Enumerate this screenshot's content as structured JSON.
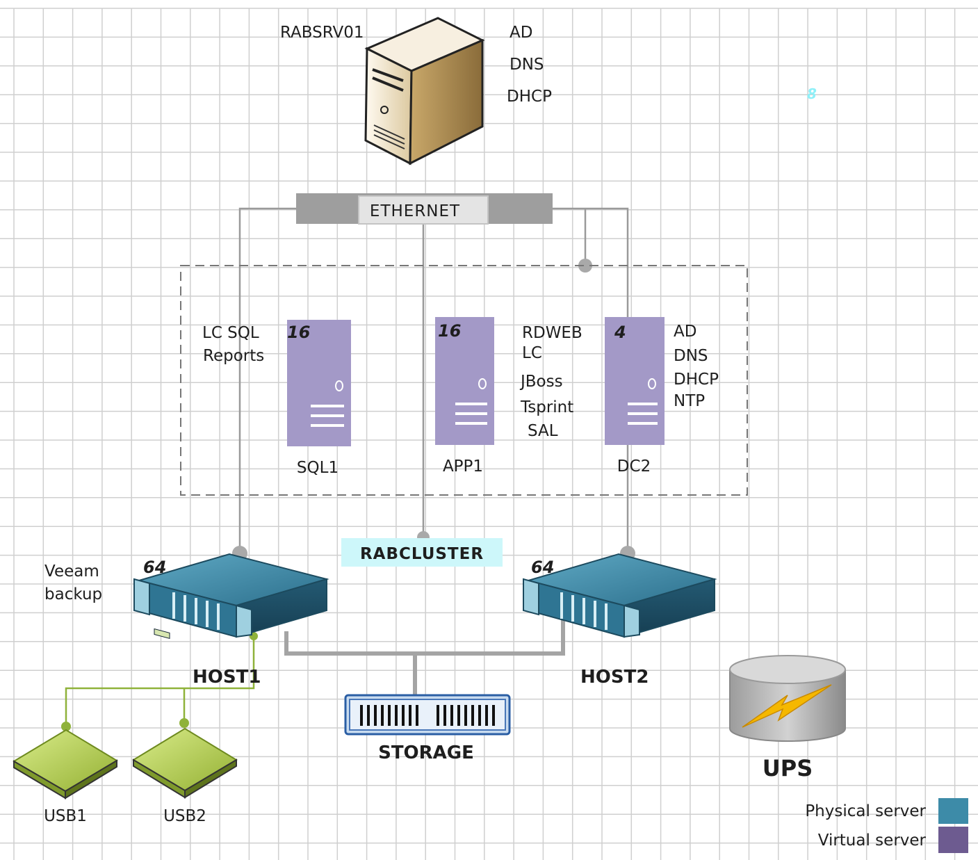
{
  "colors": {
    "physical_server": "#3d8ba8",
    "virtual_server": "#6d5b90",
    "virtual_fill": "#a399c7",
    "ethernet_bar": "#9e9e9e",
    "usb": "#a6c23b",
    "ups_bolt": "#f5b800",
    "rabcluster_bg": "#cdf7fa",
    "grid_line": "#c8c8c8"
  },
  "main_server": {
    "name": "RABSRV01",
    "roles": [
      "AD",
      "DNS",
      "DHCP"
    ]
  },
  "stray_glyph": "8",
  "network": {
    "label": "ETHERNET"
  },
  "virtual_servers": [
    {
      "name": "SQL1",
      "cpu": "16",
      "roles": [
        "LC SQL",
        "Reports"
      ]
    },
    {
      "name": "APP1",
      "cpu": "16",
      "roles": [
        "RDWEB",
        "LC",
        "JBoss",
        "Tsprint",
        "SAL"
      ]
    },
    {
      "name": "DC2",
      "cpu": "4",
      "roles": [
        "AD",
        "DNS",
        "DHCP",
        "NTP"
      ]
    }
  ],
  "cluster": {
    "label": "RABCLUSTER"
  },
  "hosts": [
    {
      "name": "HOST1",
      "cpu": "64",
      "note": [
        "Veeam",
        "backup"
      ]
    },
    {
      "name": "HOST2",
      "cpu": "64"
    }
  ],
  "storage": {
    "label": "STORAGE"
  },
  "usb_drives": [
    "USB1",
    "USB2"
  ],
  "ups": {
    "label": "UPS"
  },
  "legend": [
    {
      "label": "Physical server",
      "color": "#3d8ba8"
    },
    {
      "label": "Virtual server",
      "color": "#6d5b90"
    }
  ]
}
